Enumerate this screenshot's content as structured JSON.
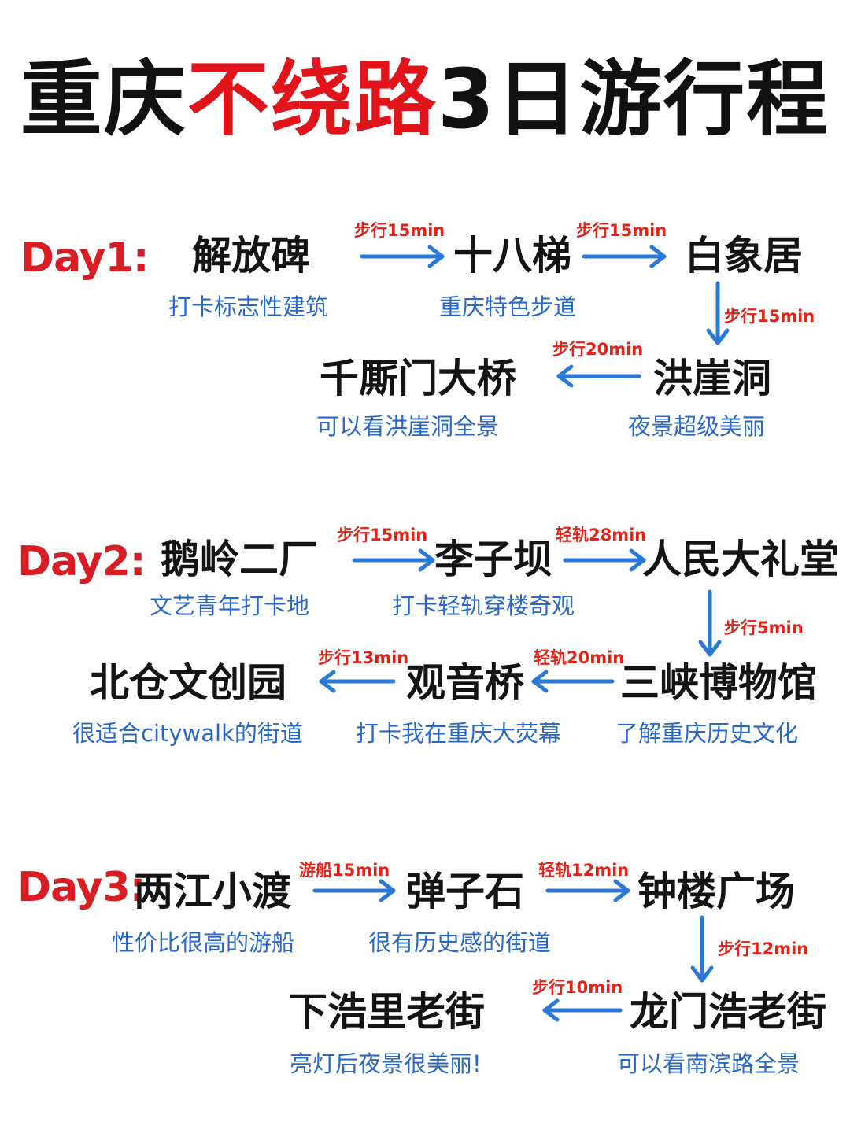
{
  "title": {
    "part1": "重庆",
    "part2": "不绕路",
    "part3": "3日游行程"
  },
  "colors": {
    "title_black": "#111111",
    "title_red": "#e1141c",
    "day_label": "#d81e24",
    "description": "#2868c8",
    "leg_text": "#e2231a",
    "arrow": "#2a78d8"
  },
  "day1": {
    "label": "Day1:",
    "stops": [
      {
        "name": "解放碑",
        "desc": "打卡标志性建筑"
      },
      {
        "name": "十八梯",
        "desc": "重庆特色步道"
      },
      {
        "name": "白象居",
        "desc": ""
      },
      {
        "name": "洪崖洞",
        "desc": "夜景超级美丽"
      },
      {
        "name": "千厮门大桥",
        "desc": "可以看洪崖洞全景"
      }
    ],
    "legs": [
      "步行15min",
      "步行15min",
      "步行15min",
      "步行20min"
    ]
  },
  "day2": {
    "label": "Day2:",
    "stops": [
      {
        "name": "鹅岭二厂",
        "desc": "文艺青年打卡地"
      },
      {
        "name": "李子坝",
        "desc": "打卡轻轨穿楼奇观"
      },
      {
        "name": "人民大礼堂",
        "desc": ""
      },
      {
        "name": "三峡博物馆",
        "desc": "了解重庆历史文化"
      },
      {
        "name": "观音桥",
        "desc": "打卡我在重庆大荧幕"
      },
      {
        "name": "北仓文创园",
        "desc": "很适合citywalk的街道"
      }
    ],
    "legs": [
      "步行15min",
      "轻轨28min",
      "步行5min",
      "轻轨20min",
      "步行13min"
    ]
  },
  "day3": {
    "label": "Day3:",
    "stops": [
      {
        "name": "两江小渡",
        "desc": "性价比很高的游船"
      },
      {
        "name": "弹子石",
        "desc": "很有历史感的街道"
      },
      {
        "name": "钟楼广场",
        "desc": ""
      },
      {
        "name": "龙门浩老街",
        "desc": "可以看南滨路全景"
      },
      {
        "name": "下浩里老街",
        "desc": "亮灯后夜景很美丽!"
      }
    ],
    "legs": [
      "游船15min",
      "轻轨12min",
      "步行12min",
      "步行10min"
    ]
  }
}
